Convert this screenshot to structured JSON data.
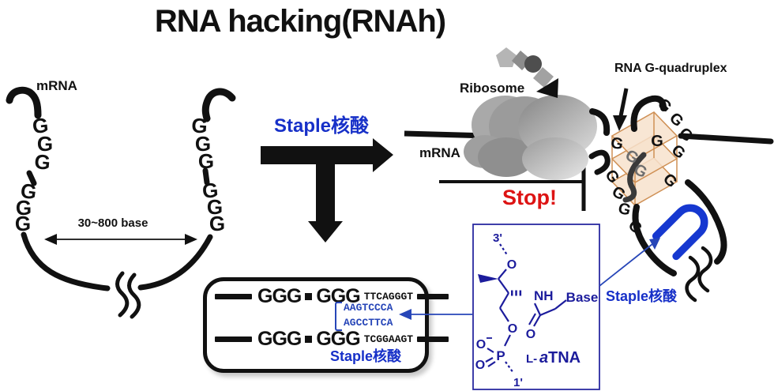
{
  "title": "RNA hacking(RNAh)",
  "labels": {
    "mrna_left": "mRNA",
    "mrna_center": "mRNA",
    "ribosome": "Ribosome",
    "g_quadruplex": "RNA G-quadruplex",
    "stop": "Stop!",
    "staple_mid": "Staple核酸",
    "staple_right": "Staple核酸",
    "staple_box": "Staple核酸",
    "base_range": "30~800 base"
  },
  "glyphs": {
    "g": "G"
  },
  "sequences": {
    "g_triplet": "GGG",
    "top_strand": "TTCAGGGT",
    "staple_arm_top": "AAGTCCCA",
    "staple_arm_bottom": "AGCCTTCA",
    "bottom_strand": "TCGGAAGT"
  },
  "chemistry": {
    "three_prime": "3'",
    "one_prime": "1'",
    "oxygen": "O",
    "phosphorus": "P",
    "nh": "NH",
    "base": "Base",
    "name_l": "L-",
    "name_a": "a",
    "name_tna": "TNA"
  },
  "colors": {
    "accent_blue": "#1730c8",
    "sequence_blue": "#2746b8",
    "chem_navy": "#1c1c9c",
    "stop_red": "#dd1414",
    "staple_blue": "#1638d0",
    "quad_fill": "#f7e2cd",
    "quad_stroke": "#cf9055"
  }
}
